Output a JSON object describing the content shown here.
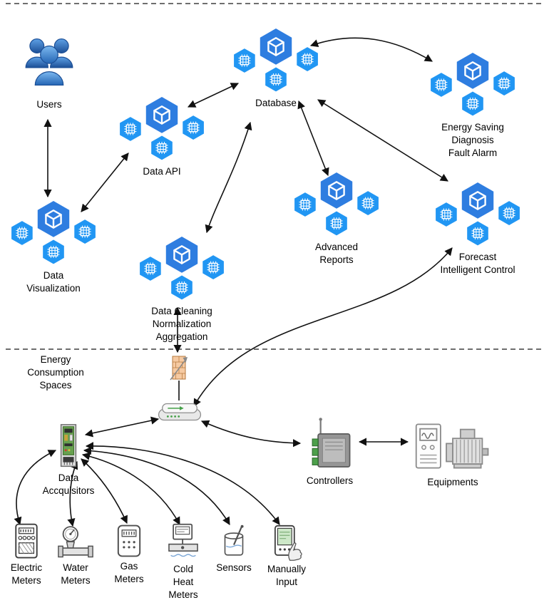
{
  "nodes": {
    "users": {
      "label": "Users",
      "icon": "users-icon"
    },
    "database": {
      "label": "Database",
      "icon": "service-cluster-icon"
    },
    "data_api": {
      "label": "Data API",
      "icon": "service-cluster-icon"
    },
    "data_visualization": {
      "label": "Data\nVisualization",
      "icon": "service-cluster-icon"
    },
    "energy_saving": {
      "label": "Energy Saving\nDiagnosis\nFault Alarm",
      "icon": "service-cluster-icon"
    },
    "advanced_reports": {
      "label": "Advanced\nReports",
      "icon": "service-cluster-icon"
    },
    "forecast": {
      "label": "Forecast\nIntelligent Control",
      "icon": "service-cluster-icon"
    },
    "data_cleaning": {
      "label": "Data Cleaning\nNormalization\nAggregation",
      "icon": "service-cluster-icon"
    },
    "energy_spaces": {
      "label": "Energy\nConsumption\nSpaces"
    },
    "firewall": {
      "icon": "firewall-icon"
    },
    "router": {
      "icon": "router-icon"
    },
    "data_acquisitors": {
      "label": "Data\nAccquisitors",
      "icon": "data-acquisitor-icon"
    },
    "controllers": {
      "label": "Controllers",
      "icon": "controller-icon"
    },
    "equipments": {
      "label": "Equipments",
      "icon": "equipment-icon"
    },
    "electric_meters": {
      "label": "Electric\nMeters",
      "icon": "electric-meter-icon"
    },
    "water_meters": {
      "label": "Water\nMeters",
      "icon": "water-meter-icon"
    },
    "gas_meters": {
      "label": "Gas\nMeters",
      "icon": "gas-meter-icon"
    },
    "cold_heat_meters": {
      "label": "Cold\nHeat\nMeters",
      "icon": "cold-heat-meter-icon"
    },
    "sensors": {
      "label": "Sensors",
      "icon": "sensor-icon"
    },
    "manually_input": {
      "label": "Manually\nInput",
      "icon": "manual-input-icon"
    }
  },
  "edges": [
    {
      "from": "users",
      "to": "data_visualization",
      "arrows": "both"
    },
    {
      "from": "data_visualization",
      "to": "data_api",
      "arrows": "both"
    },
    {
      "from": "data_api",
      "to": "database",
      "arrows": "both"
    },
    {
      "from": "database",
      "to": "energy_saving",
      "arrows": "both"
    },
    {
      "from": "database",
      "to": "advanced_reports",
      "arrows": "both"
    },
    {
      "from": "database",
      "to": "data_cleaning",
      "arrows": "both"
    },
    {
      "from": "database",
      "to": "forecast",
      "arrows": "both"
    },
    {
      "from": "data_cleaning",
      "to": "firewall",
      "arrows": "both"
    },
    {
      "from": "forecast",
      "to": "router",
      "arrows": "both"
    },
    {
      "from": "firewall",
      "to": "router",
      "arrows": "none"
    },
    {
      "from": "router",
      "to": "data_acquisitors",
      "arrows": "both"
    },
    {
      "from": "router",
      "to": "controllers",
      "arrows": "both"
    },
    {
      "from": "controllers",
      "to": "equipments",
      "arrows": "both"
    },
    {
      "from": "electric_meters",
      "to": "data_acquisitors",
      "arrows": "both"
    },
    {
      "from": "water_meters",
      "to": "data_acquisitors",
      "arrows": "both"
    },
    {
      "from": "gas_meters",
      "to": "data_acquisitors",
      "arrows": "both"
    },
    {
      "from": "cold_heat_meters",
      "to": "data_acquisitors",
      "arrows": "both"
    },
    {
      "from": "sensors",
      "to": "data_acquisitors",
      "arrows": "both"
    },
    {
      "from": "manually_input",
      "to": "data_acquisitors",
      "arrows": "both"
    }
  ],
  "colors": {
    "cluster_primary": "#2e7de0",
    "cluster_secondary": "#2196f3",
    "users_blue": "#3d87dd",
    "arrow": "#111111",
    "separator": "#3f3f3f",
    "firewall_tan": "#f6caa2",
    "pcb_green": "#67a14f",
    "terminal_green": "#4da04b"
  }
}
